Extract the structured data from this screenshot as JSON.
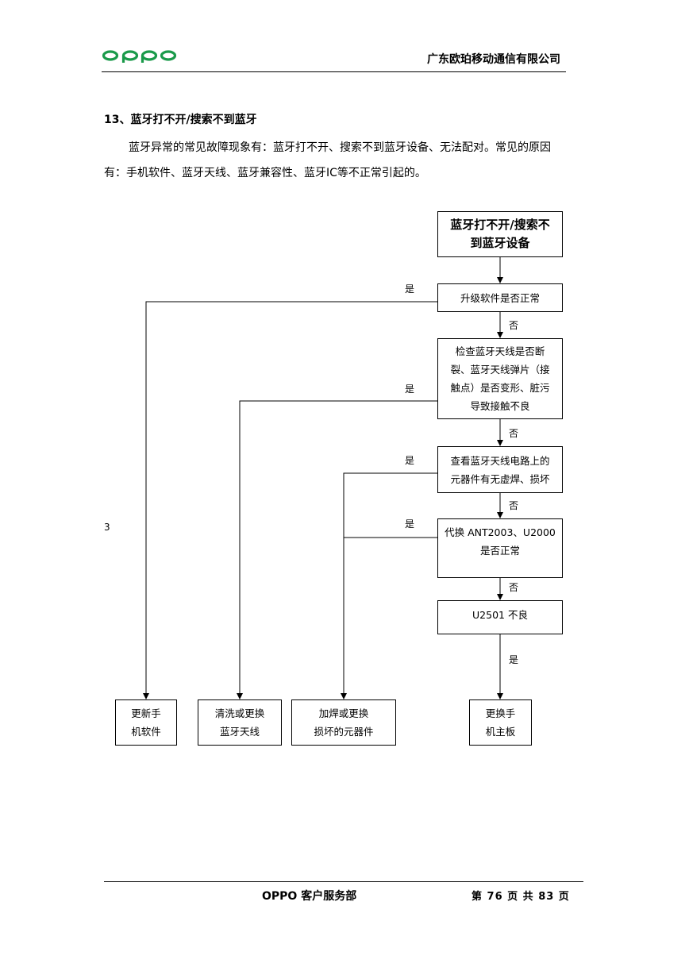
{
  "header": {
    "logo_text": "oppo",
    "company": "广东欧珀移动通信有限公司",
    "brand_color": "#1a9a4a"
  },
  "section": {
    "title": "13、蓝牙打不开/搜索不到蓝牙",
    "para_line1": "蓝牙异常的常见故障现象有：蓝牙打不开、搜索不到蓝牙设备、无法配对。常见的原因",
    "para_line2": "有：手机软件、蓝牙天线、蓝牙兼容性、蓝牙IC等不正常引起的。"
  },
  "flow": {
    "start": [
      "蓝牙打不开/搜索不",
      "到蓝牙设备"
    ],
    "step1": [
      "升级软件是否正常"
    ],
    "step2": [
      "检查蓝牙天线是否断",
      "裂、蓝牙天线弹片（接",
      "触点）是否变形、脏污",
      "导致接触不良"
    ],
    "step3": [
      "查看蓝牙天线电路上的",
      "元器件有无虚焊、损坏"
    ],
    "step4": [
      "代换 ANT2003、U2000",
      "是否正常"
    ],
    "step5": [
      "U2501 不良"
    ],
    "yes": "是",
    "no": "否",
    "out1": [
      "更新手",
      "机软件"
    ],
    "out2": [
      "清洗或更换",
      "蓝牙天线"
    ],
    "out3": [
      "加焊或更换",
      "损坏的元器件"
    ],
    "out4": [
      "更换手",
      "机主板"
    ]
  },
  "margin_number": "3",
  "footer": {
    "dept": "OPPO 客户服务部",
    "page": "第 76 页 共 83 页"
  }
}
